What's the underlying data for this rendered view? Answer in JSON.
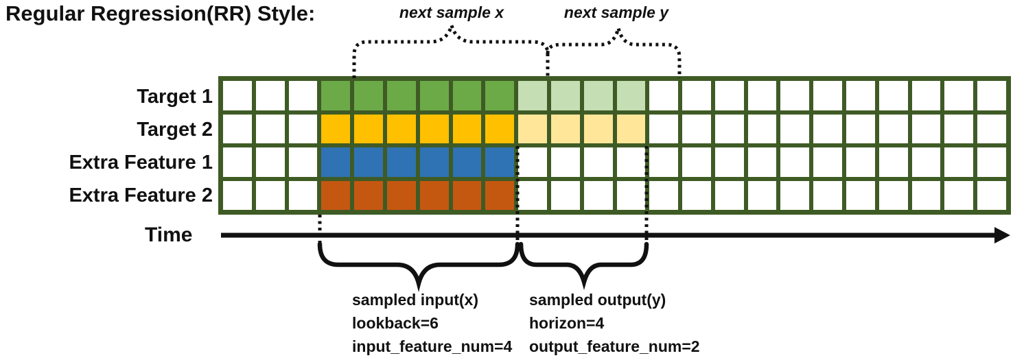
{
  "title": "Regular Regression(RR) Style:",
  "top_annotations": {
    "next_sample_x": "next sample x",
    "next_sample_y": "next sample y"
  },
  "time_axis": {
    "label": "Time"
  },
  "grid": {
    "columns": 24,
    "num_rows": 4,
    "line_color": "#3f5b25",
    "empty_cell_color": "#ffffff",
    "input_start_col": 3,
    "input_num_cols": 6,
    "output_start_col": 9,
    "output_num_cols": 4,
    "output_num_rows": 2
  },
  "rows": [
    {
      "label": "Target 1",
      "input_color": "#6caa47",
      "output_color": "#c5deb4"
    },
    {
      "label": "Target 2",
      "input_color": "#ffc000",
      "output_color": "#ffe699"
    },
    {
      "label": "Extra Feature 1",
      "input_color": "#2f73b4",
      "output_color": null
    },
    {
      "label": "Extra Feature 2",
      "input_color": "#c55811",
      "output_color": null
    }
  ],
  "bottom_annotations": {
    "input": {
      "lines": [
        "sampled input(x)",
        "lookback=6",
        "input_feature_num=4"
      ]
    },
    "output": {
      "lines": [
        "sampled output(y)",
        "horizon=4",
        "output_feature_num=2"
      ]
    }
  },
  "colors": {
    "brace_and_axis": "#111111",
    "text": "#111111"
  }
}
